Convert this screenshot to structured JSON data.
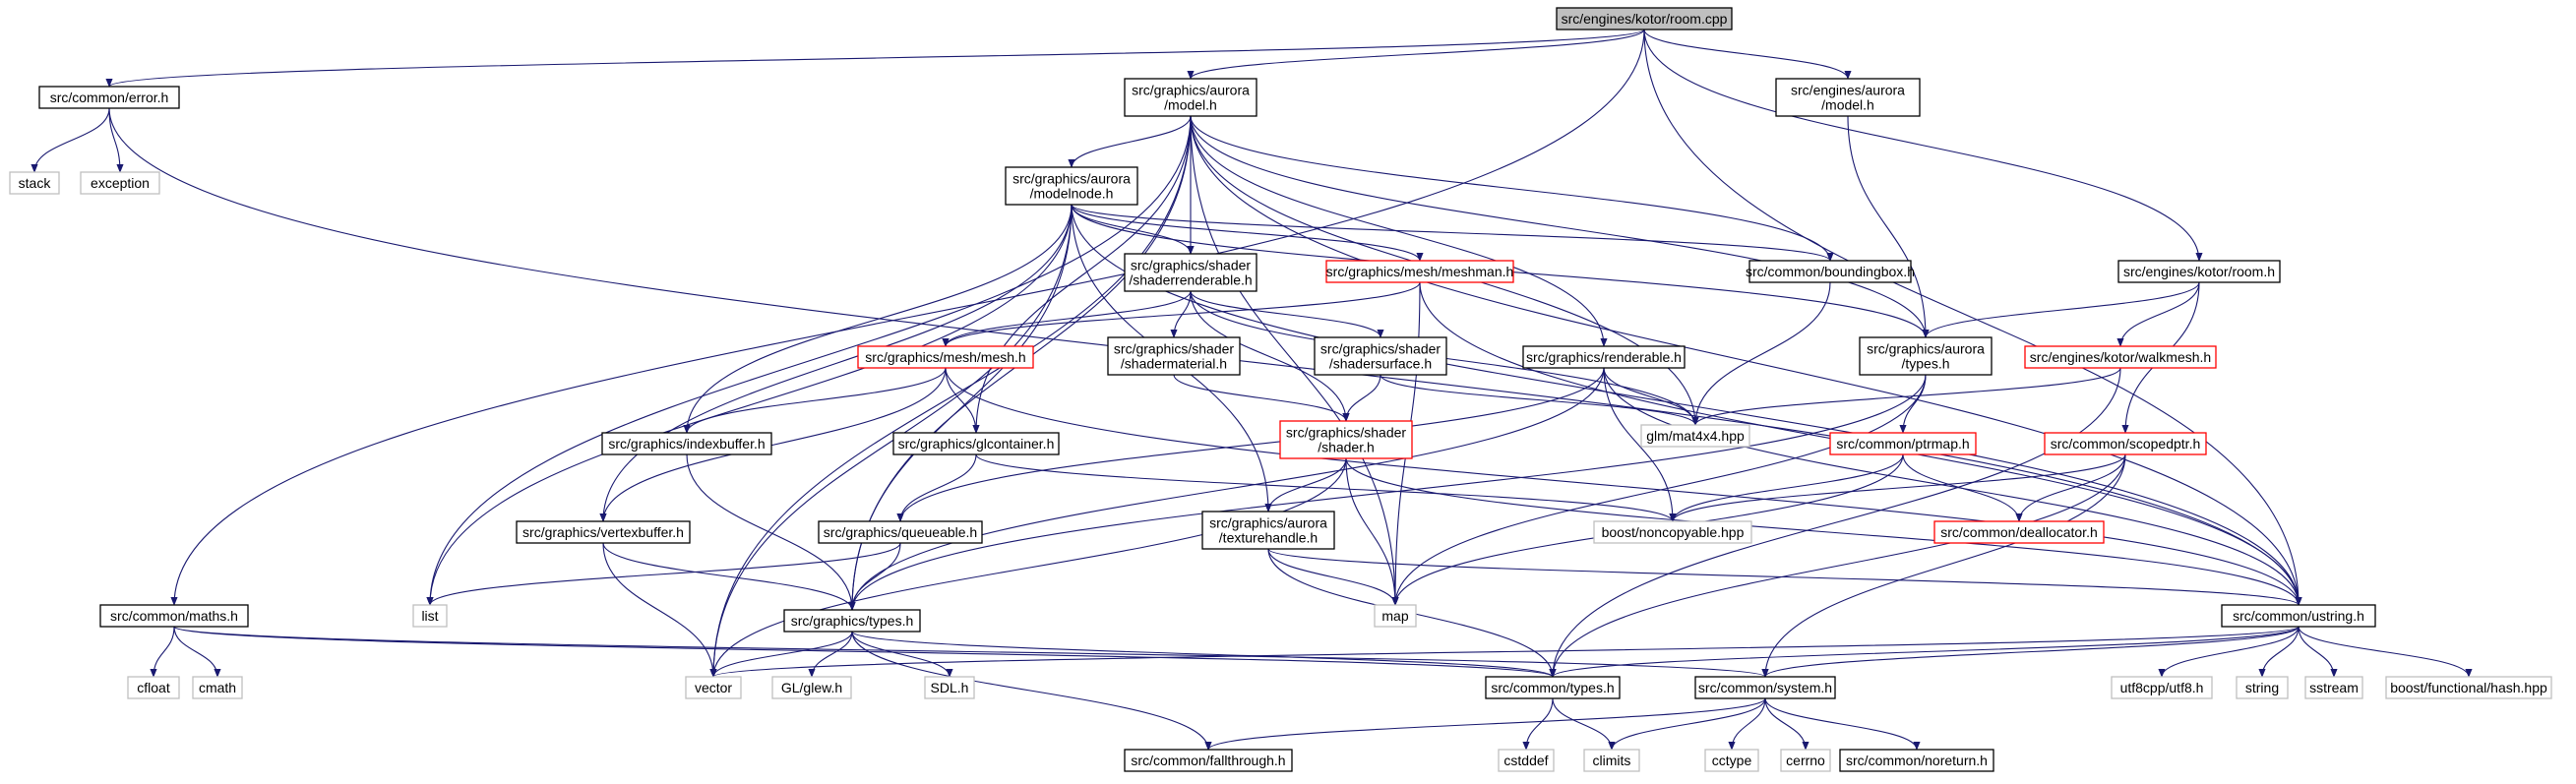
{
  "graph": {
    "root": "room_cpp",
    "colors": {
      "edge": "#191970",
      "border_default": "#000000",
      "border_truncated": "#ff0000",
      "border_system": "#bfbfbf",
      "fill_root": "#bfbfbf",
      "fill_default": "#ffffff",
      "text_system": "#555555"
    },
    "nodes": [
      {
        "id": "room_cpp",
        "lines": [
          "src/engines/kotor/room.cpp"
        ],
        "kind": "root"
      },
      {
        "id": "error_h",
        "lines": [
          "src/common/error.h"
        ],
        "kind": "normal"
      },
      {
        "id": "aurora_model_h",
        "lines": [
          "src/graphics/aurora",
          "/model.h"
        ],
        "kind": "normal"
      },
      {
        "id": "engines_aurora_model_h",
        "lines": [
          "src/engines/aurora",
          "/model.h"
        ],
        "kind": "normal"
      },
      {
        "id": "stack",
        "lines": [
          "stack"
        ],
        "kind": "system"
      },
      {
        "id": "exception",
        "lines": [
          "exception"
        ],
        "kind": "system"
      },
      {
        "id": "modelnode_h",
        "lines": [
          "src/graphics/aurora",
          "/modelnode.h"
        ],
        "kind": "normal"
      },
      {
        "id": "shaderrenderable_h",
        "lines": [
          "src/graphics/shader",
          "/shaderrenderable.h"
        ],
        "kind": "normal"
      },
      {
        "id": "meshman_h",
        "lines": [
          "src/graphics/mesh/meshman.h"
        ],
        "kind": "truncated"
      },
      {
        "id": "boundingbox_h",
        "lines": [
          "src/common/boundingbox.h"
        ],
        "kind": "normal"
      },
      {
        "id": "kotor_room_h",
        "lines": [
          "src/engines/kotor/room.h"
        ],
        "kind": "normal"
      },
      {
        "id": "mesh_h",
        "lines": [
          "src/graphics/mesh/mesh.h"
        ],
        "kind": "truncated"
      },
      {
        "id": "shadermaterial_h",
        "lines": [
          "src/graphics/shader",
          "/shadermaterial.h"
        ],
        "kind": "normal"
      },
      {
        "id": "shadersurface_h",
        "lines": [
          "src/graphics/shader",
          "/shadersurface.h"
        ],
        "kind": "normal"
      },
      {
        "id": "renderable_h",
        "lines": [
          "src/graphics/renderable.h"
        ],
        "kind": "normal"
      },
      {
        "id": "aurora_types_h",
        "lines": [
          "src/graphics/aurora",
          "/types.h"
        ],
        "kind": "normal"
      },
      {
        "id": "walkmesh_h",
        "lines": [
          "src/engines/kotor/walkmesh.h"
        ],
        "kind": "truncated"
      },
      {
        "id": "glm_mat4x4",
        "lines": [
          "glm/mat4x4.hpp"
        ],
        "kind": "system"
      },
      {
        "id": "indexbuffer_h",
        "lines": [
          "src/graphics/indexbuffer.h"
        ],
        "kind": "normal"
      },
      {
        "id": "glcontainer_h",
        "lines": [
          "src/graphics/glcontainer.h"
        ],
        "kind": "normal"
      },
      {
        "id": "shader_h",
        "lines": [
          "src/graphics/shader",
          "/shader.h"
        ],
        "kind": "truncated"
      },
      {
        "id": "ptrmap_h",
        "lines": [
          "src/common/ptrmap.h"
        ],
        "kind": "truncated"
      },
      {
        "id": "scopedptr_h",
        "lines": [
          "src/common/scopedptr.h"
        ],
        "kind": "truncated"
      },
      {
        "id": "vertexbuffer_h",
        "lines": [
          "src/graphics/vertexbuffer.h"
        ],
        "kind": "normal"
      },
      {
        "id": "queueable_h",
        "lines": [
          "src/graphics/queueable.h"
        ],
        "kind": "normal"
      },
      {
        "id": "texturehandle_h",
        "lines": [
          "src/graphics/aurora",
          "/texturehandle.h"
        ],
        "kind": "normal"
      },
      {
        "id": "boost_noncopyable",
        "lines": [
          "boost/noncopyable.hpp"
        ],
        "kind": "system"
      },
      {
        "id": "deallocator_h",
        "lines": [
          "src/common/deallocator.h"
        ],
        "kind": "truncated"
      },
      {
        "id": "maths_h",
        "lines": [
          "src/common/maths.h"
        ],
        "kind": "normal"
      },
      {
        "id": "list",
        "lines": [
          "list"
        ],
        "kind": "system"
      },
      {
        "id": "graphics_types_h",
        "lines": [
          "src/graphics/types.h"
        ],
        "kind": "normal"
      },
      {
        "id": "map",
        "lines": [
          "map"
        ],
        "kind": "system"
      },
      {
        "id": "ustring_h",
        "lines": [
          "src/common/ustring.h"
        ],
        "kind": "normal"
      },
      {
        "id": "cfloat",
        "lines": [
          "cfloat"
        ],
        "kind": "system"
      },
      {
        "id": "cmath",
        "lines": [
          "cmath"
        ],
        "kind": "system"
      },
      {
        "id": "vector",
        "lines": [
          "vector"
        ],
        "kind": "system"
      },
      {
        "id": "gl_glew",
        "lines": [
          "GL/glew.h"
        ],
        "kind": "system"
      },
      {
        "id": "sdl_h",
        "lines": [
          "SDL.h"
        ],
        "kind": "system"
      },
      {
        "id": "common_types_h",
        "lines": [
          "src/common/types.h"
        ],
        "kind": "normal"
      },
      {
        "id": "system_h",
        "lines": [
          "src/common/system.h"
        ],
        "kind": "normal"
      },
      {
        "id": "utf8",
        "lines": [
          "utf8cpp/utf8.h"
        ],
        "kind": "system"
      },
      {
        "id": "string",
        "lines": [
          "string"
        ],
        "kind": "system"
      },
      {
        "id": "sstream",
        "lines": [
          "sstream"
        ],
        "kind": "system"
      },
      {
        "id": "boost_hash",
        "lines": [
          "boost/functional/hash.hpp"
        ],
        "kind": "system"
      },
      {
        "id": "fallthrough_h",
        "lines": [
          "src/common/fallthrough.h"
        ],
        "kind": "normal"
      },
      {
        "id": "cstddef",
        "lines": [
          "cstddef"
        ],
        "kind": "system"
      },
      {
        "id": "climits",
        "lines": [
          "climits"
        ],
        "kind": "system"
      },
      {
        "id": "cctype",
        "lines": [
          "cctype"
        ],
        "kind": "system"
      },
      {
        "id": "cerrno",
        "lines": [
          "cerrno"
        ],
        "kind": "system"
      },
      {
        "id": "noreturn_h",
        "lines": [
          "src/common/noreturn.h"
        ],
        "kind": "normal"
      }
    ],
    "edges": [
      [
        "room_cpp",
        "error_h"
      ],
      [
        "room_cpp",
        "aurora_model_h"
      ],
      [
        "room_cpp",
        "engines_aurora_model_h"
      ],
      [
        "room_cpp",
        "kotor_room_h"
      ],
      [
        "room_cpp",
        "maths_h"
      ],
      [
        "room_cpp",
        "ustring_h"
      ],
      [
        "error_h",
        "stack"
      ],
      [
        "error_h",
        "exception"
      ],
      [
        "error_h",
        "ustring_h"
      ],
      [
        "aurora_model_h",
        "modelnode_h"
      ],
      [
        "aurora_model_h",
        "shaderrenderable_h"
      ],
      [
        "aurora_model_h",
        "boundingbox_h"
      ],
      [
        "aurora_model_h",
        "renderable_h"
      ],
      [
        "aurora_model_h",
        "aurora_types_h"
      ],
      [
        "aurora_model_h",
        "glcontainer_h"
      ],
      [
        "aurora_model_h",
        "glm_mat4x4"
      ],
      [
        "aurora_model_h",
        "list"
      ],
      [
        "aurora_model_h",
        "map"
      ],
      [
        "aurora_model_h",
        "vector"
      ],
      [
        "aurora_model_h",
        "graphics_types_h"
      ],
      [
        "aurora_model_h",
        "ustring_h"
      ],
      [
        "engines_aurora_model_h",
        "aurora_types_h"
      ],
      [
        "modelnode_h",
        "shaderrenderable_h"
      ],
      [
        "modelnode_h",
        "meshman_h"
      ],
      [
        "modelnode_h",
        "boundingbox_h"
      ],
      [
        "modelnode_h",
        "aurora_types_h"
      ],
      [
        "modelnode_h",
        "indexbuffer_h"
      ],
      [
        "modelnode_h",
        "vertexbuffer_h"
      ],
      [
        "modelnode_h",
        "texturehandle_h"
      ],
      [
        "modelnode_h",
        "graphics_types_h"
      ],
      [
        "modelnode_h",
        "list"
      ],
      [
        "modelnode_h",
        "vector"
      ],
      [
        "modelnode_h",
        "ustring_h"
      ],
      [
        "shaderrenderable_h",
        "mesh_h"
      ],
      [
        "shaderrenderable_h",
        "shadermaterial_h"
      ],
      [
        "shaderrenderable_h",
        "shadersurface_h"
      ],
      [
        "shaderrenderable_h",
        "shader_h"
      ],
      [
        "shaderrenderable_h",
        "glm_mat4x4"
      ],
      [
        "meshman_h",
        "mesh_h"
      ],
      [
        "meshman_h",
        "map"
      ],
      [
        "meshman_h",
        "ustring_h"
      ],
      [
        "boundingbox_h",
        "glm_mat4x4"
      ],
      [
        "kotor_room_h",
        "aurora_types_h"
      ],
      [
        "kotor_room_h",
        "walkmesh_h"
      ],
      [
        "kotor_room_h",
        "scopedptr_h"
      ],
      [
        "mesh_h",
        "indexbuffer_h"
      ],
      [
        "mesh_h",
        "vertexbuffer_h"
      ],
      [
        "mesh_h",
        "glcontainer_h"
      ],
      [
        "mesh_h",
        "ustring_h"
      ],
      [
        "shadermaterial_h",
        "shader_h"
      ],
      [
        "shadersurface_h",
        "shader_h"
      ],
      [
        "shadersurface_h",
        "glm_mat4x4"
      ],
      [
        "renderable_h",
        "queueable_h"
      ],
      [
        "renderable_h",
        "graphics_types_h"
      ],
      [
        "renderable_h",
        "glm_mat4x4"
      ],
      [
        "renderable_h",
        "boost_noncopyable"
      ],
      [
        "renderable_h",
        "ustring_h"
      ],
      [
        "aurora_types_h",
        "ptrmap_h"
      ],
      [
        "aurora_types_h",
        "map"
      ],
      [
        "aurora_types_h",
        "graphics_types_h"
      ],
      [
        "walkmesh_h",
        "glm_mat4x4"
      ],
      [
        "walkmesh_h",
        "common_types_h"
      ],
      [
        "indexbuffer_h",
        "graphics_types_h"
      ],
      [
        "glcontainer_h",
        "queueable_h"
      ],
      [
        "glcontainer_h",
        "boost_noncopyable"
      ],
      [
        "shader_h",
        "texturehandle_h"
      ],
      [
        "shader_h",
        "map"
      ],
      [
        "shader_h",
        "ustring_h"
      ],
      [
        "shader_h",
        "vector"
      ],
      [
        "ptrmap_h",
        "boost_noncopyable"
      ],
      [
        "ptrmap_h",
        "deallocator_h"
      ],
      [
        "ptrmap_h",
        "map"
      ],
      [
        "scopedptr_h",
        "boost_noncopyable"
      ],
      [
        "scopedptr_h",
        "deallocator_h"
      ],
      [
        "scopedptr_h",
        "system_h"
      ],
      [
        "scopedptr_h",
        "common_types_h"
      ],
      [
        "vertexbuffer_h",
        "graphics_types_h"
      ],
      [
        "vertexbuffer_h",
        "vector"
      ],
      [
        "queueable_h",
        "graphics_types_h"
      ],
      [
        "queueable_h",
        "list"
      ],
      [
        "texturehandle_h",
        "map"
      ],
      [
        "texturehandle_h",
        "ustring_h"
      ],
      [
        "texturehandle_h",
        "common_types_h"
      ],
      [
        "maths_h",
        "cfloat"
      ],
      [
        "maths_h",
        "cmath"
      ],
      [
        "maths_h",
        "common_types_h"
      ],
      [
        "maths_h",
        "system_h"
      ],
      [
        "graphics_types_h",
        "vector"
      ],
      [
        "graphics_types_h",
        "gl_glew"
      ],
      [
        "graphics_types_h",
        "sdl_h"
      ],
      [
        "graphics_types_h",
        "fallthrough_h"
      ],
      [
        "graphics_types_h",
        "common_types_h"
      ],
      [
        "ustring_h",
        "common_types_h"
      ],
      [
        "ustring_h",
        "system_h"
      ],
      [
        "ustring_h",
        "vector"
      ],
      [
        "ustring_h",
        "utf8"
      ],
      [
        "ustring_h",
        "string"
      ],
      [
        "ustring_h",
        "sstream"
      ],
      [
        "ustring_h",
        "boost_hash"
      ],
      [
        "common_types_h",
        "cstddef"
      ],
      [
        "common_types_h",
        "climits"
      ],
      [
        "system_h",
        "climits"
      ],
      [
        "system_h",
        "cctype"
      ],
      [
        "system_h",
        "cerrno"
      ],
      [
        "system_h",
        "noreturn_h"
      ],
      [
        "system_h",
        "fallthrough_h"
      ]
    ]
  }
}
